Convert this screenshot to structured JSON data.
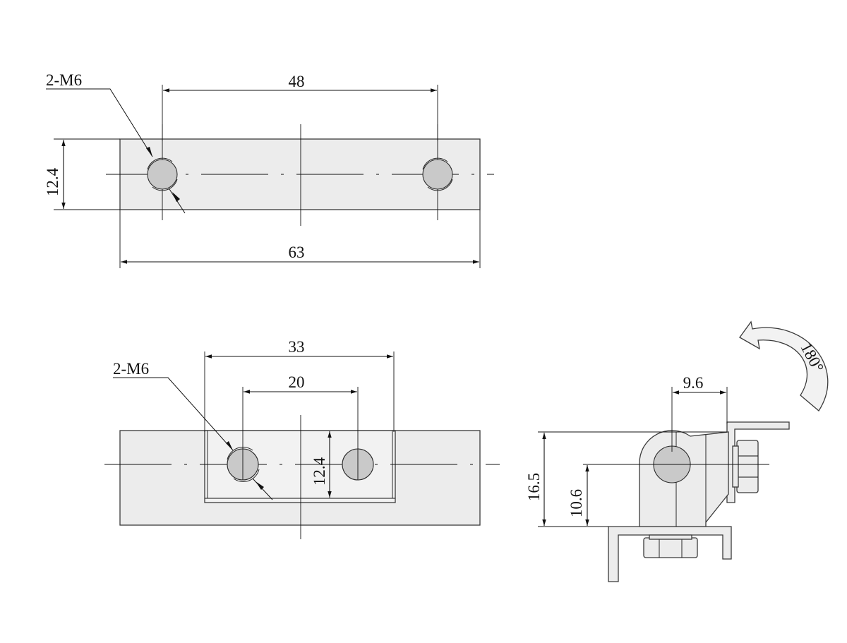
{
  "views": {
    "top": {
      "hole_callout": "2-M6",
      "dim_hole_spacing": "48",
      "dim_height": "12.4",
      "dim_length": "63"
    },
    "front": {
      "hole_callout": "2-M6",
      "dim_outer": "33",
      "dim_hole_spacing": "20",
      "dim_height": "12.4"
    },
    "side": {
      "dim_offset": "9.6",
      "dim_total_height": "16.5",
      "dim_pivot_height": "10.6",
      "rotation_label": "180°"
    }
  },
  "colors": {
    "line": "#111111",
    "part_fill": "#ececec",
    "hole_fill": "#c9c9c9"
  }
}
